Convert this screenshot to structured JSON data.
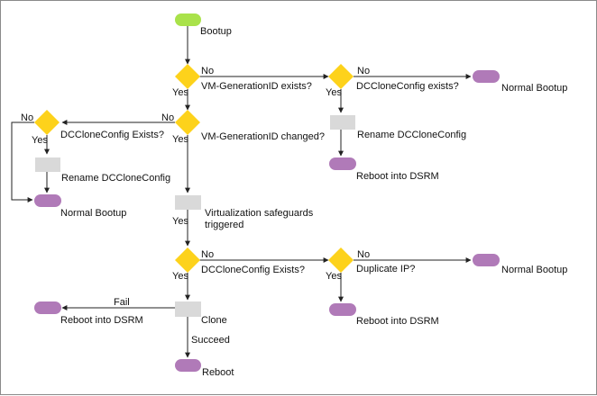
{
  "colors": {
    "start": "#a9e24a",
    "terminal": "#b07ab8",
    "decision": "#fdd21b",
    "process": "#d9d9d9",
    "line": "#222222"
  },
  "nodes": {
    "bootup": "Bootup",
    "d_vmgen_exists": "VM-GenerationID exists?",
    "d_dcclone_exists_top": "DCCloneConfig exists?",
    "normal_bootup_top": "Normal Bootup",
    "rename_top": "Rename DCCloneConfig",
    "reboot_dsrm_top": "Reboot into DSRM",
    "d_vmgen_changed": "VM-GenerationID changed?",
    "d_dcclone_exists_left": "DCCloneConfig Exists?",
    "rename_left": "Rename DCCloneConfig",
    "normal_bootup_left": "Normal Bootup",
    "safeguards_line1": "Virtualization safeguards",
    "safeguards_line2": "triggered",
    "d_dcclone_exists_mid": "DCCloneConfig Exists?",
    "d_duplicate_ip": "Duplicate IP?",
    "normal_bootup_right": "Normal Bootup",
    "reboot_dsrm_right": "Reboot into DSRM",
    "clone": "Clone",
    "reboot_dsrm_left": "Reboot into DSRM",
    "reboot": "Reboot"
  },
  "edges": {
    "yes": "Yes",
    "no": "No",
    "fail": "Fail",
    "succeed": "Succeed"
  }
}
